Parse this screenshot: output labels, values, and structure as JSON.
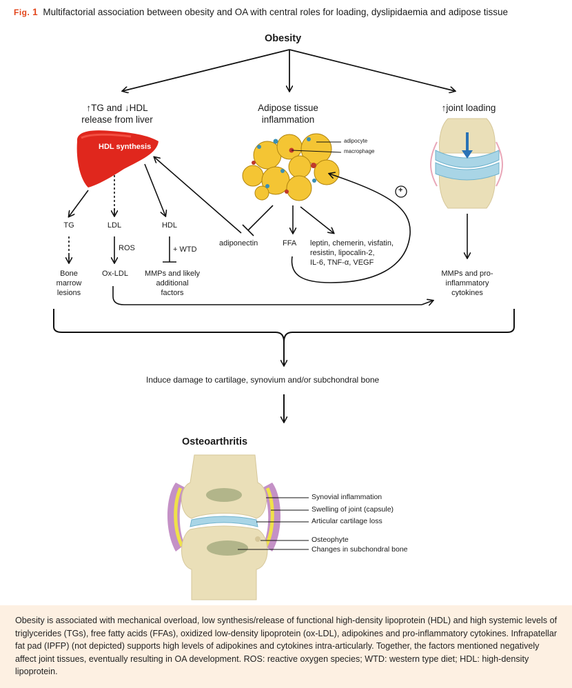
{
  "figure": {
    "fig_label": "Fig.",
    "fig_number": "1",
    "title": "Multifactorial association between obesity and OA with central roles for loading, dyslipidaemia and adipose tissue"
  },
  "diagram": {
    "top_node": "Obesity",
    "branch_liver": {
      "line1": "↑TG and ↓HDL",
      "line2": "release from liver",
      "organ_label": "HDL synthesis"
    },
    "branch_adipose": {
      "line1": "Adipose tissue",
      "line2": "inflammation",
      "adipocyte_label": "adipocyte",
      "macrophage_label": "macrophage",
      "plus_sign": "+"
    },
    "branch_joint": {
      "line1": "↑joint loading"
    },
    "nodes": {
      "tg": "TG",
      "ldl": "LDL",
      "hdl": "HDL",
      "ros": "ROS",
      "wtd": "+ WTD",
      "adiponectin": "adiponectin",
      "ffa": "FFA",
      "adipokines": [
        "leptin, chemerin, visfatin,",
        "resistin, lipocalin-2,",
        "IL-6, TNF-α, VEGF"
      ],
      "bone_marrow": [
        "Bone",
        "marrow",
        "lesions"
      ],
      "oxldl": "Ox-LDL",
      "mmps_factors": [
        "MMPs and likely",
        "additional",
        "factors"
      ],
      "mmps_cytokines": [
        "MMPs and pro-",
        "inflammatory",
        "cytokines"
      ]
    },
    "damage_text": "Induce damage to cartilage, synovium and/or subchondral bone",
    "outcome": "Osteoarthritis",
    "oa_labels": [
      "Synovial inflammation",
      "Swelling of joint (capsule)",
      "Articular cartilage loss",
      "Osteophyte",
      "Changes in subchondral bone"
    ]
  },
  "caption": "Obesity is associated with mechanical overload, low synthesis/release of functional high-density lipoprotein (HDL) and high systemic levels of triglycerides (TGs), free fatty acids (FFAs), oxidized low-density lipoprotein (ox-LDL), adipokines and pro-inflammatory cytokines. Infrapatellar fat pad (IPFP) (not depicted) supports high levels of adipokines and cytokines intra-articularly. Together, the factors mentioned negatively affect joint tissues, eventually resulting in OA development. ROS: reactive oxygen species; WTD: western type diet; HDL: high-density lipoprotein.",
  "colors": {
    "accent": "#e2451b",
    "liver": "#e0271d",
    "adipocyte": "#f4c534",
    "bone": "#eadfb8",
    "cartilage": "#a9d5e6",
    "synovium": "#b99ac9",
    "caption_bg": "#fdf0e2"
  }
}
